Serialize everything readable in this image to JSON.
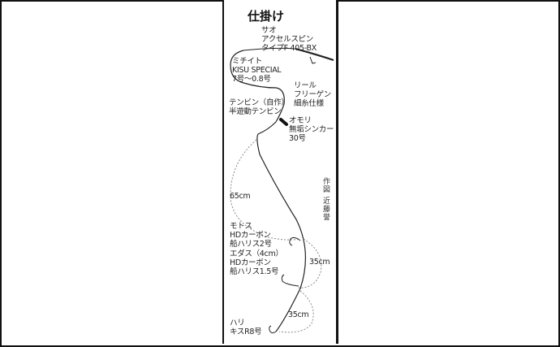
{
  "title": "仕掛け",
  "rod": {
    "heading": "サオ",
    "name": "アクセルスピン",
    "model": "タイプF 405-BX"
  },
  "line": {
    "heading": "ミチイト",
    "name": "KISU SPECIAL",
    "size": "7号～0.8号"
  },
  "reel": {
    "heading": "リール",
    "name": "フリーゲン",
    "spec": "細糸仕様"
  },
  "tenbin": {
    "heading": "テンビン（自作）",
    "type": "半遊動テンビン"
  },
  "sinker": {
    "heading": "オモリ",
    "name": "無垢シンカー",
    "size": "30号"
  },
  "dimensions": {
    "upper_length": "65cm",
    "branch_spacing_1": "35cm",
    "branch_spacing_2": "35cm"
  },
  "leader": {
    "heading": "モトス",
    "name": "HDカーボン",
    "size": "船ハリス2号"
  },
  "branch": {
    "heading": "エダス（4cm）",
    "name": "HDカーボン",
    "size": "船ハリス1.5号"
  },
  "hook": {
    "heading": "ハリ",
    "name": "キスR8号"
  },
  "credit": "作図 近藤誉",
  "colors": {
    "frame": "#111111",
    "line": "#222222",
    "dotted": "#888888",
    "background": "#ffffff"
  }
}
